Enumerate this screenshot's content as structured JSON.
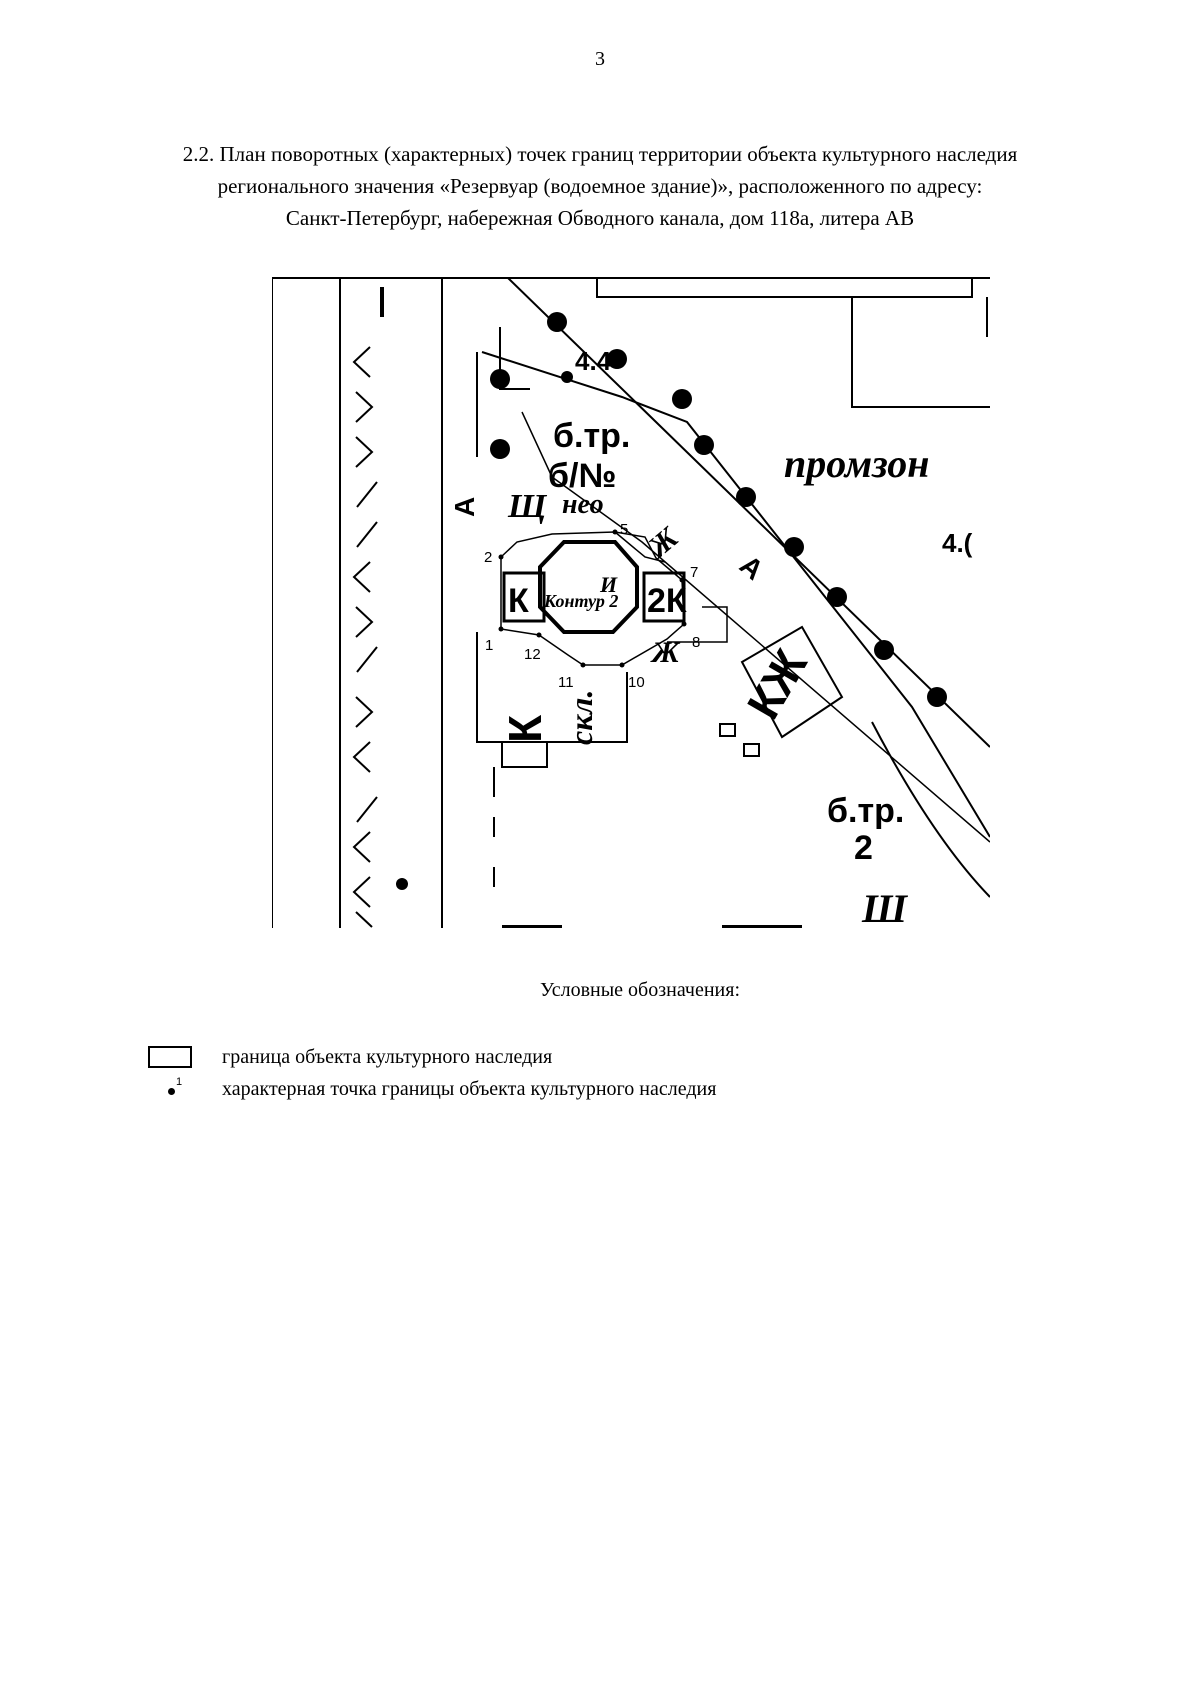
{
  "page_number": "3",
  "heading": {
    "line1": "2.2. План поворотных (характерных) точек границ территории объекта культурного наследия",
    "line2": "регионального значения «Резервуар (водоемное здание)», расположенного по адресу:",
    "line3": "Санкт-Петербург, набережная Обводного канала, дом 118а, литера АВ"
  },
  "map": {
    "labels": {
      "contour": "Контур 2",
      "promzone": "промзон",
      "elev_top": "4.4",
      "elev_right": "4.(",
      "btr_upper": "б.тр.",
      "bno": "б/№",
      "neo": "нео",
      "k_left": "К",
      "k_box": "К",
      "two_k": "2К",
      "zh_top": "Ж",
      "zh_bottom": "Ж",
      "kzh": "КЖ",
      "skl": "скл.",
      "sch": "Щ",
      "sch_bottom": "Ш",
      "a_left": "А",
      "a_diag": "А",
      "btr_lower": "б.тр.",
      "btr_lower_num": "2",
      "u_mark": "И"
    },
    "points": [
      "1",
      "2",
      "5",
      "7",
      "8",
      "10",
      "11",
      "12"
    ]
  },
  "legend": {
    "title": "Условные обозначения:",
    "items": [
      {
        "symbol": "rectangle",
        "label": "граница объекта культурного наследия"
      },
      {
        "symbol": "point",
        "symbol_number": "1",
        "label": "характерная точка границы объекта культурного наследия"
      }
    ]
  }
}
